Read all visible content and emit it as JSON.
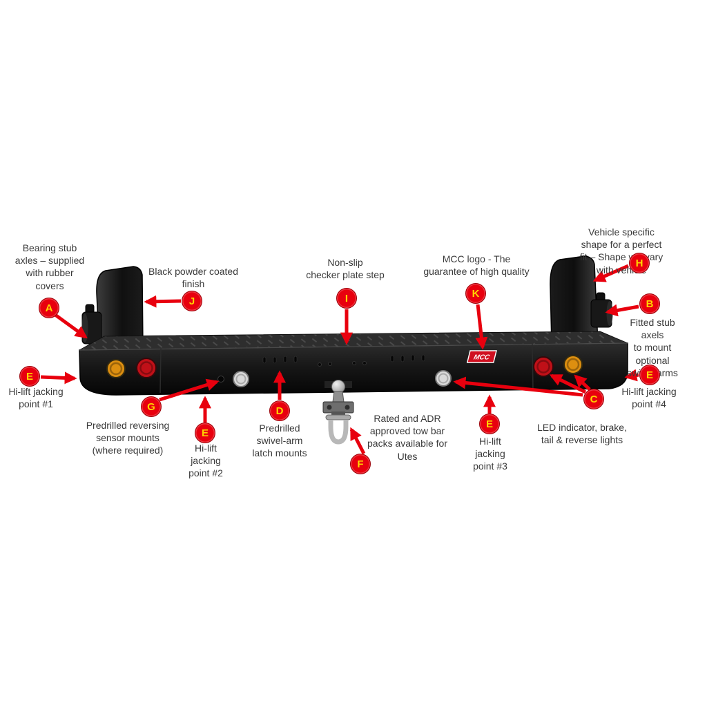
{
  "callouts": [
    {
      "letter": "A",
      "text": "Bearing stub\naxles – supplied\nwith rubber\ncovers"
    },
    {
      "letter": "B",
      "text": "Fitted stub axels\nto mount optional\nswivel-arms"
    },
    {
      "letter": "C",
      "text": "LED indicator, brake,\ntail & reverse lights"
    },
    {
      "letter": "D",
      "text": "Predrilled\nswivel-arm\nlatch mounts"
    },
    {
      "letter": "E",
      "text": "Hi-lift jacking\npoint #1"
    },
    {
      "letter": "E",
      "text": "Hi-lift\njacking\npoint #2"
    },
    {
      "letter": "E",
      "text": "Hi-lift\njacking\npoint #3"
    },
    {
      "letter": "E",
      "text": "Hi-lift jacking\npoint #4"
    },
    {
      "letter": "F",
      "text": "Rated and ADR\napproved tow bar\npacks available for\nUtes"
    },
    {
      "letter": "G",
      "text": "Predrilled reversing\nsensor mounts\n(where required)"
    },
    {
      "letter": "H",
      "text": "Vehicle specific shape for a perfect\nfit – Shape will vary with vehicle"
    },
    {
      "letter": "I",
      "text": "Non-slip\nchecker plate step"
    },
    {
      "letter": "J",
      "text": "Black powder coated\nfinish"
    },
    {
      "letter": "K",
      "text": "MCC logo - The\nguarantee of high quality"
    }
  ],
  "logo_text": "MCC",
  "colors": {
    "accent_red": "#e8000e",
    "badge_letter_yellow": "#ffd400",
    "label_text": "#3a3a3a",
    "logo_red": "#d01020",
    "bar_black": "#161616",
    "amber_light": "#dd8f10",
    "red_light": "#c01018",
    "reverse_light": "#d9d9d9"
  }
}
